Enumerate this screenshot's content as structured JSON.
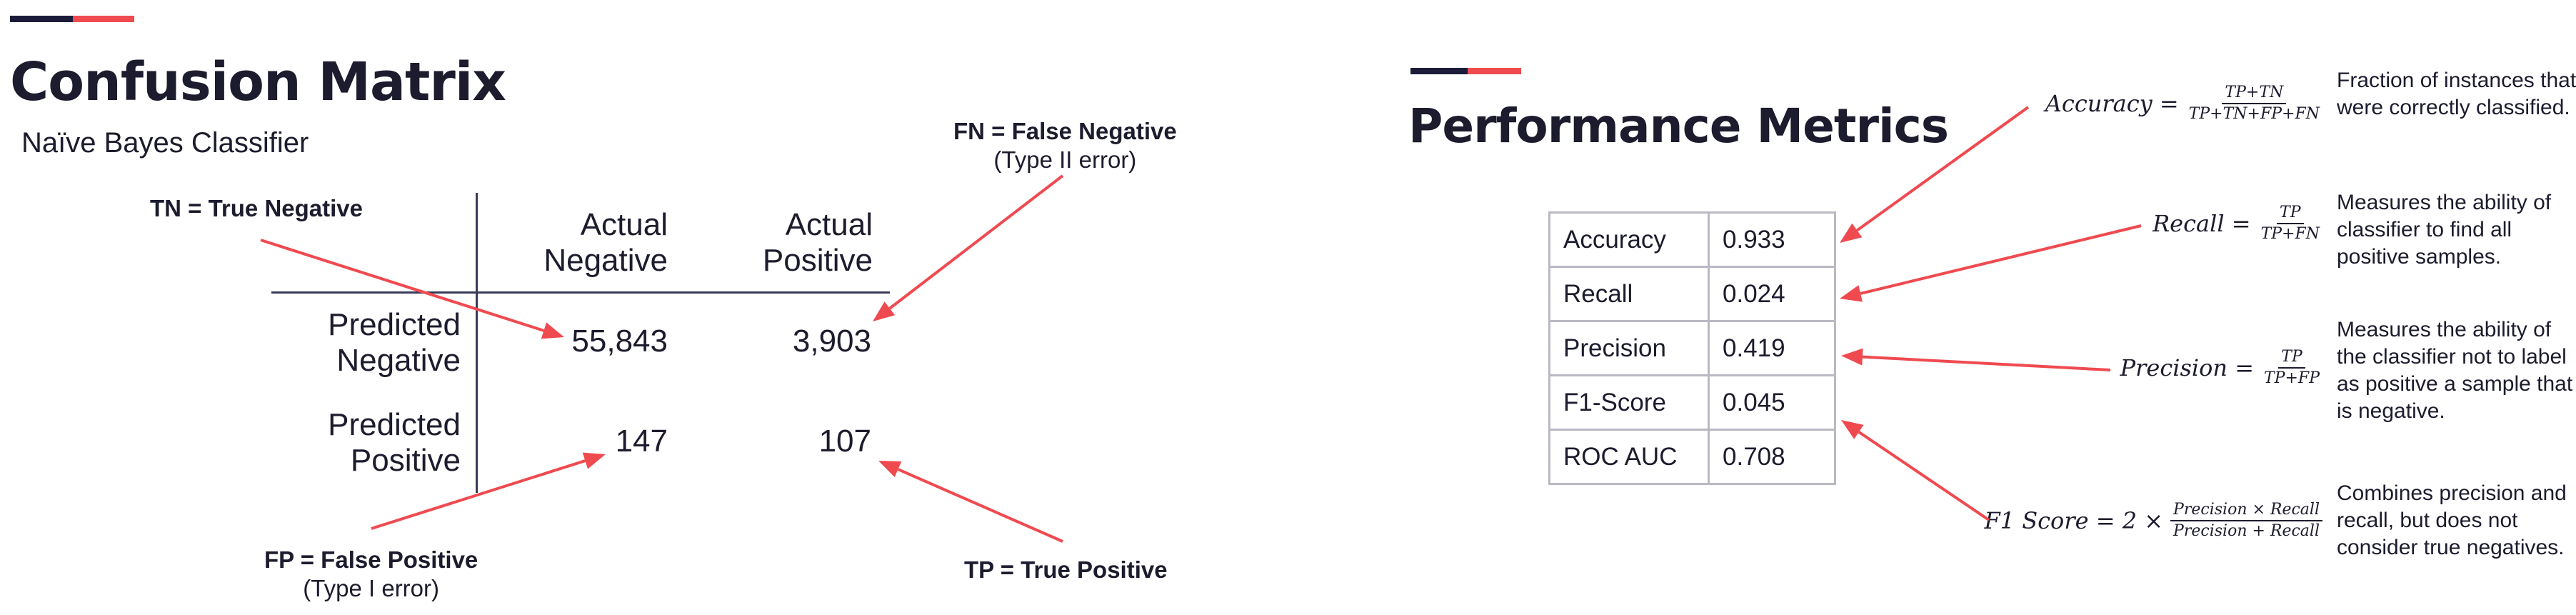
{
  "left": {
    "title": "Confusion Matrix",
    "subtitle": "Naïve Bayes Classifier",
    "column_headers": [
      {
        "line1": "Actual",
        "line2": "Negative"
      },
      {
        "line1": "Actual",
        "line2": "Positive"
      }
    ],
    "row_headers": [
      {
        "line1": "Predicted",
        "line2": "Negative"
      },
      {
        "line1": "Predicted",
        "line2": "Positive"
      }
    ],
    "cells": {
      "tn": "55,843",
      "fn": "3,903",
      "fp": "147",
      "tp": "107"
    },
    "callouts": {
      "tn": {
        "title": "TN = True Negative"
      },
      "fn": {
        "title": "FN = False Negative",
        "note": "(Type II error)"
      },
      "fp": {
        "title": "FP = False Positive",
        "note": "(Type I error)"
      },
      "tp": {
        "title": "TP = True Positive"
      }
    }
  },
  "right": {
    "title": "Performance Metrics",
    "metrics": [
      {
        "name": "Accuracy",
        "value": "0.933"
      },
      {
        "name": "Recall",
        "value": "0.024"
      },
      {
        "name": "Precision",
        "value": "0.419"
      },
      {
        "name": "F1-Score",
        "value": "0.045"
      },
      {
        "name": "ROC AUC",
        "value": "0.708"
      }
    ],
    "formulas": {
      "accuracy": {
        "lhs": "Accuracy =",
        "num": "TP+TN",
        "den": "TP+TN+FP+FN",
        "desc": "Fraction of instances that were correctly classified."
      },
      "recall": {
        "lhs": "Recall =",
        "num": "TP",
        "den": "TP+FN",
        "desc": "Measures the ability of classifier to find all positive samples."
      },
      "precision": {
        "lhs": "Precision =",
        "num": "TP",
        "den": "TP+FP",
        "desc": "Measures the ability of the classifier not to label as positive a sample that is negative."
      },
      "f1": {
        "lhs": "F1 Score = 2 ×",
        "num": "Precision × Recall",
        "den": "Precision + Recall",
        "desc": "Combines precision and recall, but does not consider true negatives."
      }
    }
  },
  "colors": {
    "accent_red": "#ef4a50",
    "navy": "#1c1c3a",
    "text": "#1c1c2e",
    "table_border": "#b9b9c4"
  }
}
